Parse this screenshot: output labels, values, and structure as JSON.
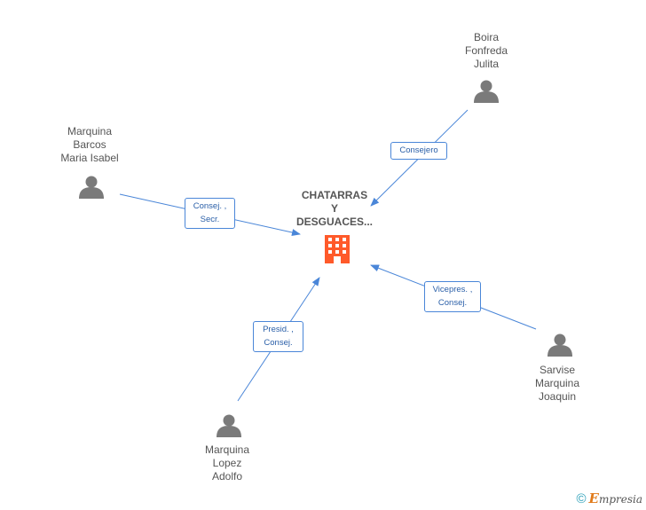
{
  "company": {
    "name_lines": [
      "CHATARRAS",
      "Y",
      "DESGUACES..."
    ],
    "icon": "building-icon",
    "icon_color": "#ff5a2a"
  },
  "people": [
    {
      "id": "boira",
      "name_lines": [
        "Boira",
        "Fonfreda",
        "Julita"
      ],
      "role_lines": [
        "Consejero"
      ]
    },
    {
      "id": "marquina-barcos",
      "name_lines": [
        "Marquina",
        "Barcos",
        "Maria Isabel"
      ],
      "role_lines": [
        "Consej. ,",
        "Secr."
      ]
    },
    {
      "id": "sarvise",
      "name_lines": [
        "Sarvise",
        "Marquina",
        "Joaquin"
      ],
      "role_lines": [
        "Vicepres. ,",
        "Consej."
      ]
    },
    {
      "id": "marquina-lopez",
      "name_lines": [
        "Marquina",
        "Lopez",
        "Adolfo"
      ],
      "role_lines": [
        "Presid. ,",
        "Consej."
      ]
    }
  ],
  "colors": {
    "line": "#4a86d8",
    "person_icon": "#7a7a7a",
    "text": "#555555"
  },
  "footer": {
    "copyright": "©",
    "brand_initial": "E",
    "brand_rest": "mpresia"
  }
}
